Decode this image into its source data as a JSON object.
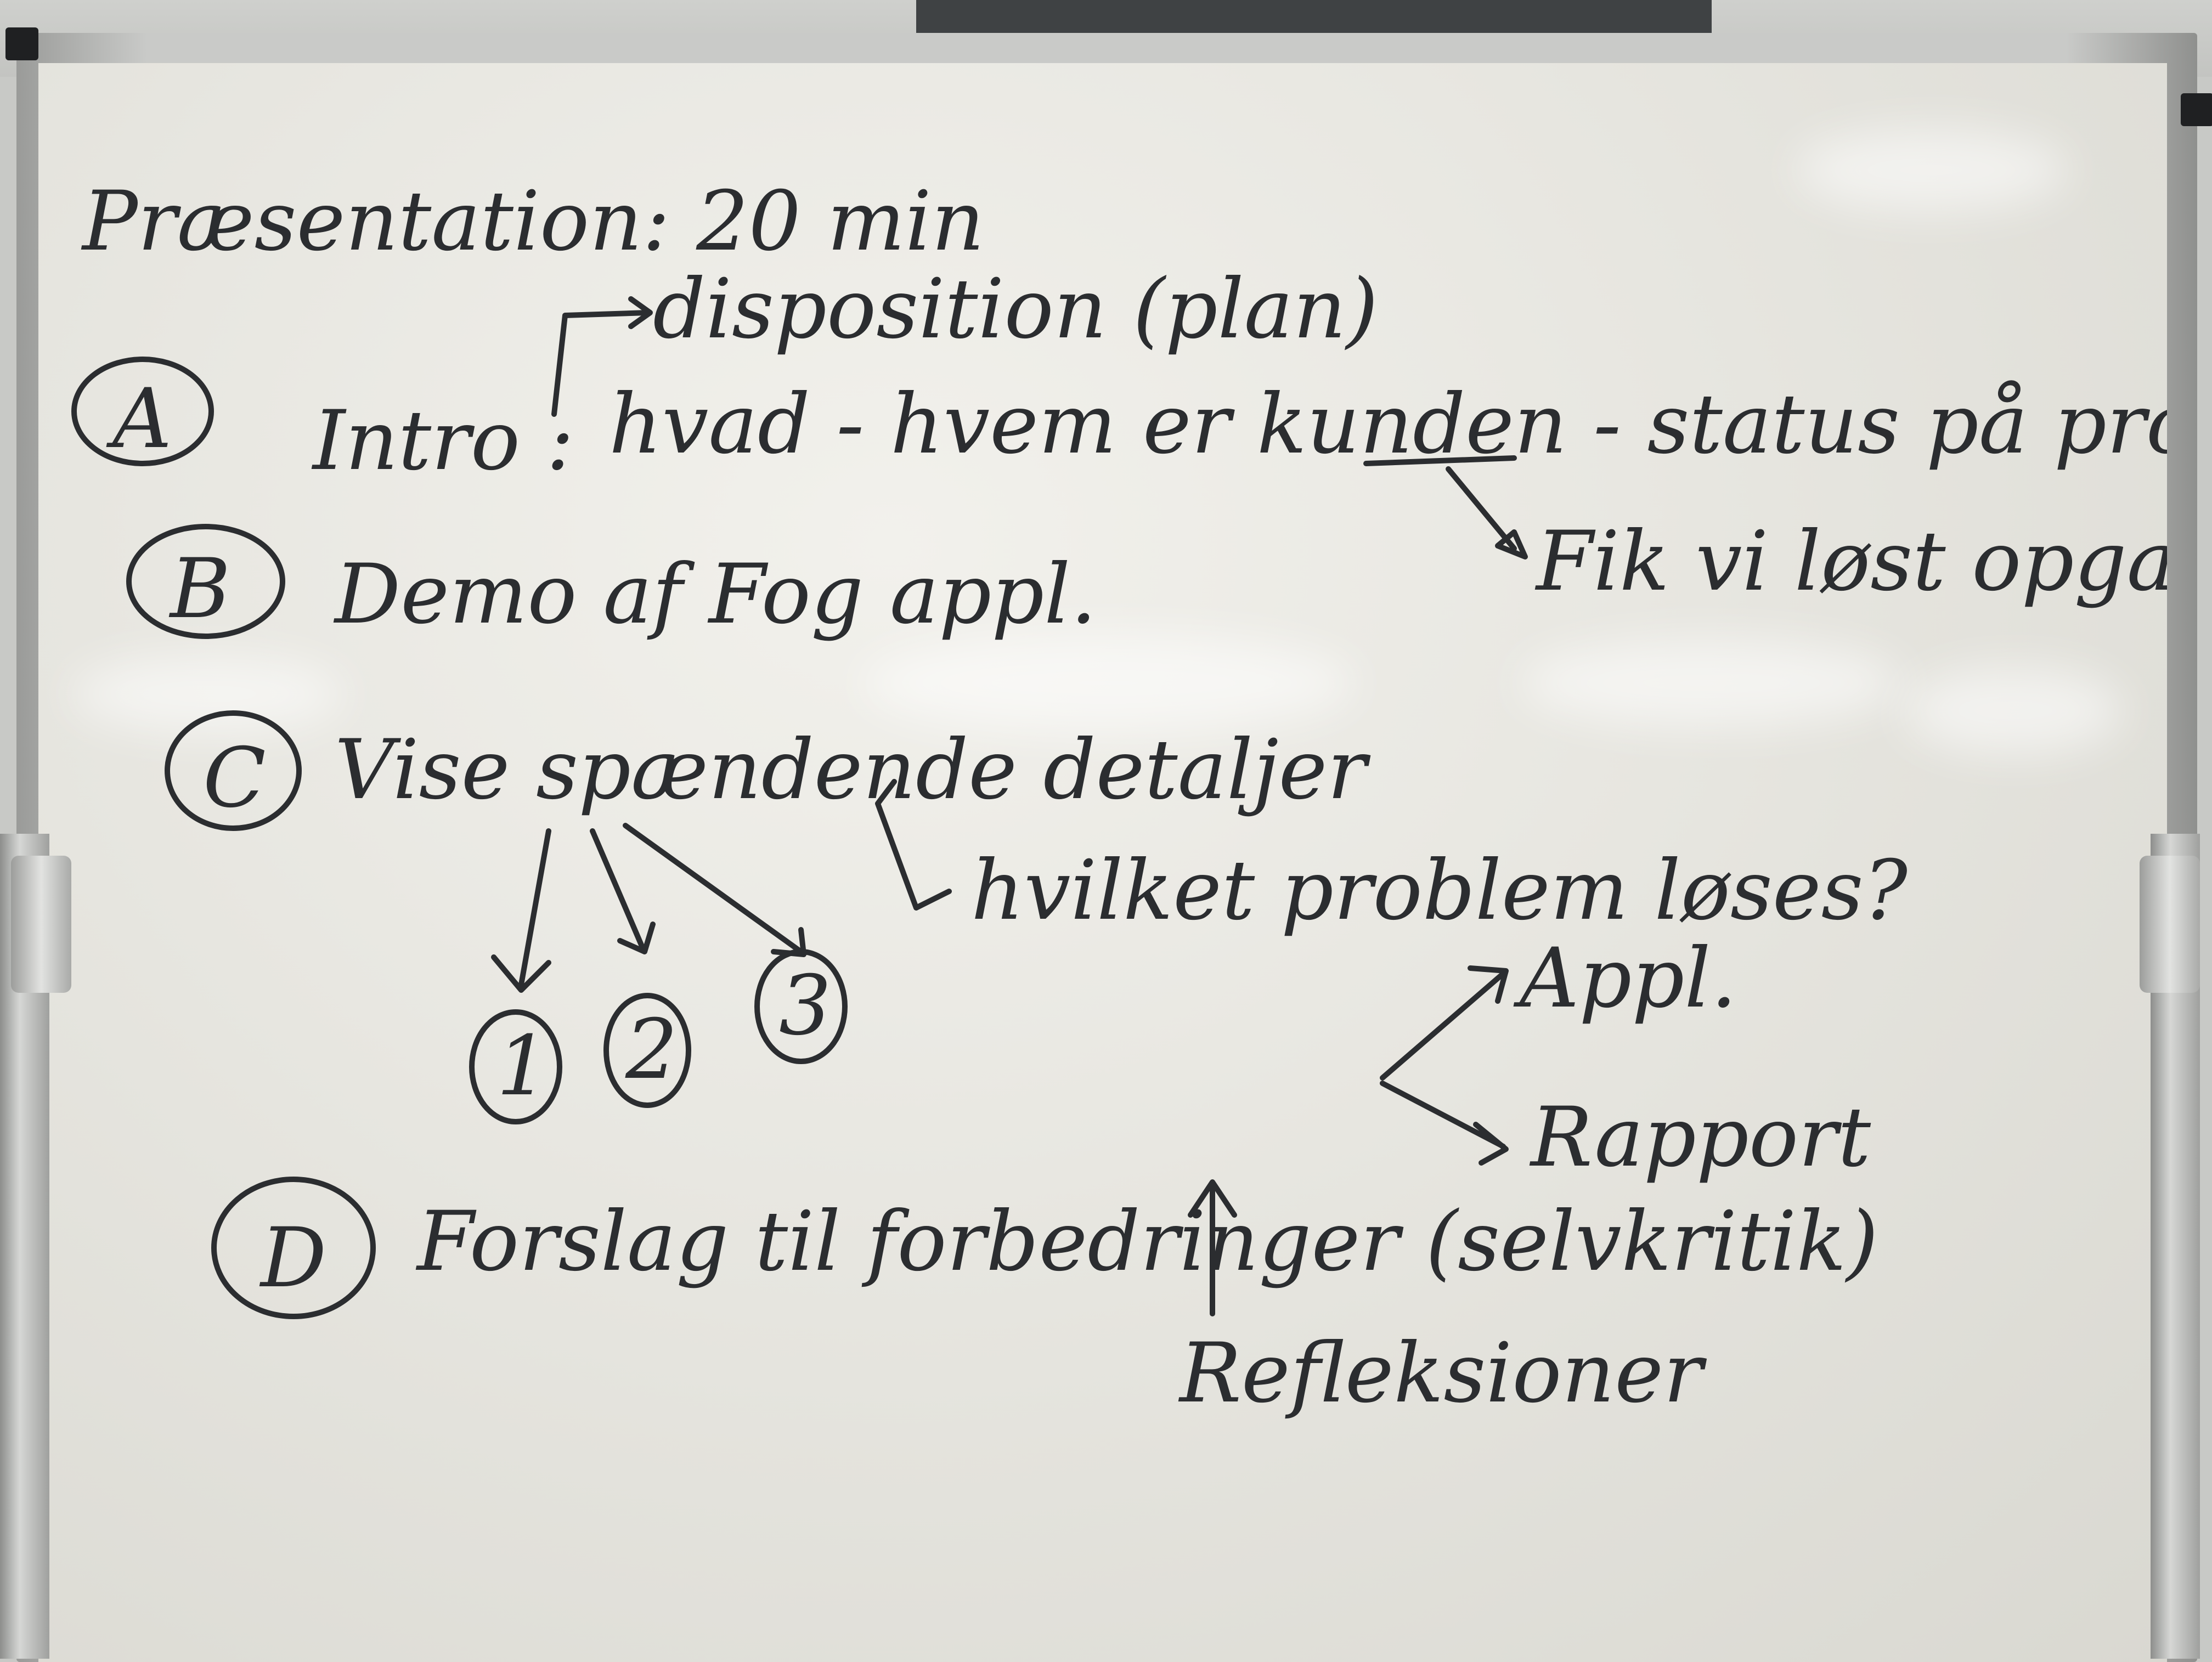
{
  "board": {
    "title": "Præsentation: 20 min",
    "disposition_note": "disposition (plan)",
    "items": [
      {
        "letter": "A",
        "text": "Intro :",
        "detail": "hvad - hvem er kunden - status på projektet"
      },
      {
        "letter": "B",
        "text": "Demo af Fog appl."
      },
      {
        "letter": "C",
        "text": "Vise spændende detaljer"
      },
      {
        "letter": "D",
        "text": "Forslag til forbedringer (selvkritik)"
      }
    ],
    "status_note": "Fik vi løst opgaven",
    "problem_note": "hvilket problem løses?",
    "numbers": [
      "1",
      "2",
      "3"
    ],
    "branches": [
      "Appl.",
      "Rapport"
    ],
    "reflection": "Refleksioner"
  },
  "colors": {
    "ink": "#2b2d30",
    "board": "#e7e6e0",
    "frame": "#c9cac8"
  }
}
